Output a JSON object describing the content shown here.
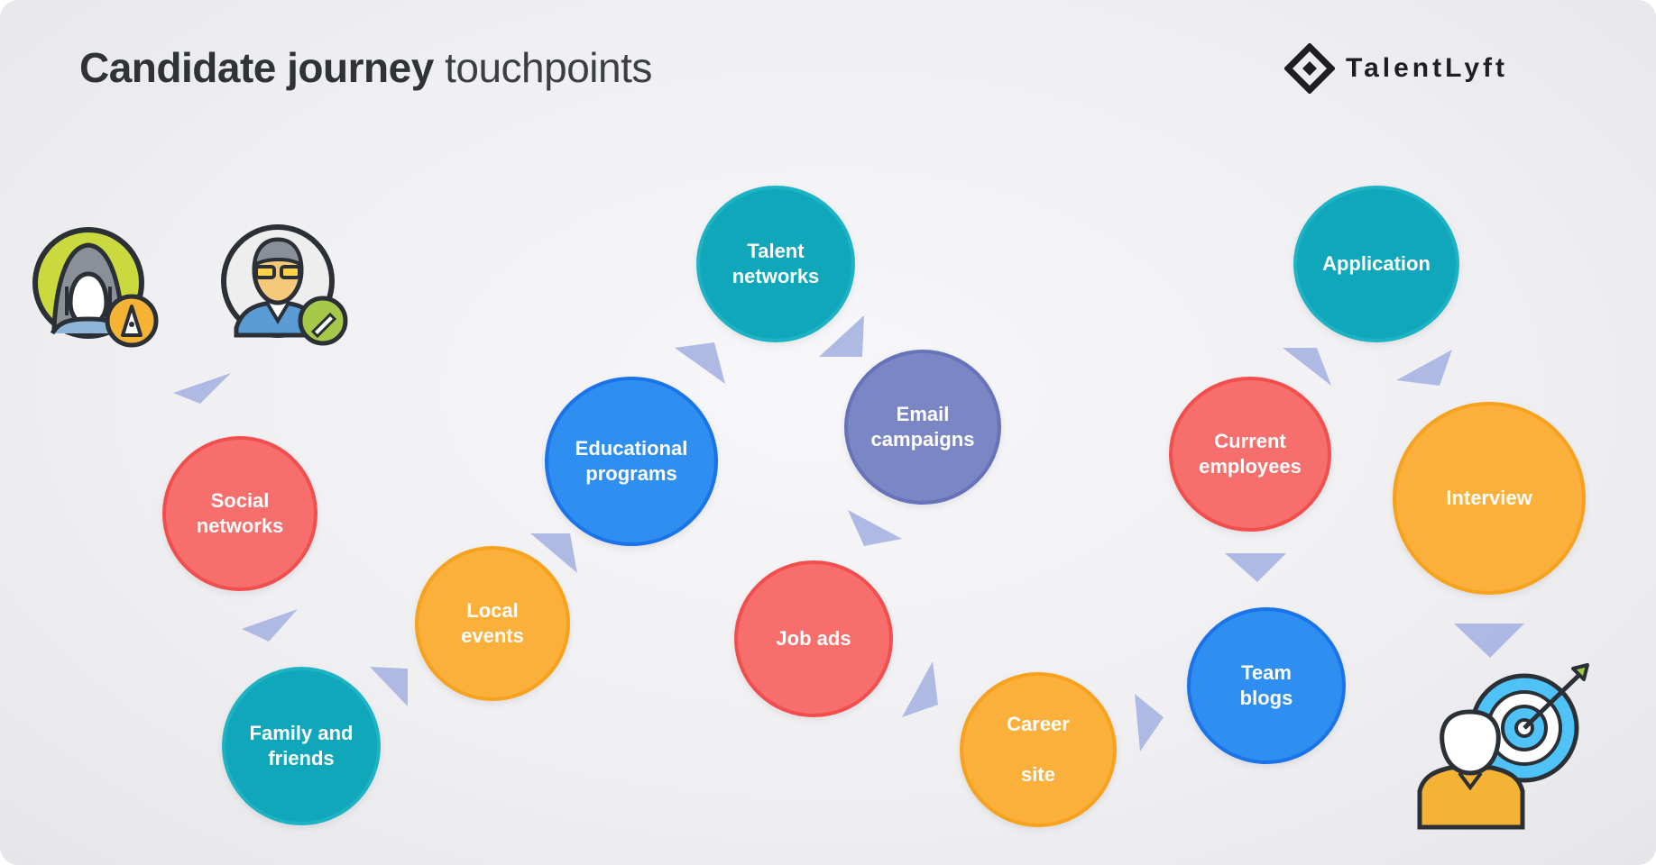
{
  "title": {
    "bold": "Candidate journey",
    "light": "touchpoints"
  },
  "logo": {
    "text": "TalentLyft",
    "icon": "diamond-logo-icon"
  },
  "colors": {
    "teal": "#0fa7b9",
    "red": "#f66f6c",
    "orange": "#fbb03b",
    "blue": "#2e8ff0",
    "purple": "#7b86c4",
    "arrow": "#aab6e3"
  },
  "touchpoints": {
    "social_networks": "Social\nnetworks",
    "family_and_friends": "Family and\nfriends",
    "local_events": "Local\nevents",
    "educational_programs": "Educational\nprograms",
    "talent_networks": "Talent\nnetworks",
    "email_campaigns": "Email\ncampaigns",
    "job_ads": "Job ads",
    "career_site": "Career\n\nsite",
    "team_blogs": "Team\nblogs",
    "current_employees": "Current\nemployees",
    "application": "Application",
    "interview": "Interview"
  },
  "icons": {
    "candidate_woman": "woman-candidate-icon",
    "candidate_man": "man-candidate-icon",
    "hiring_target": "hiring-target-icon"
  }
}
